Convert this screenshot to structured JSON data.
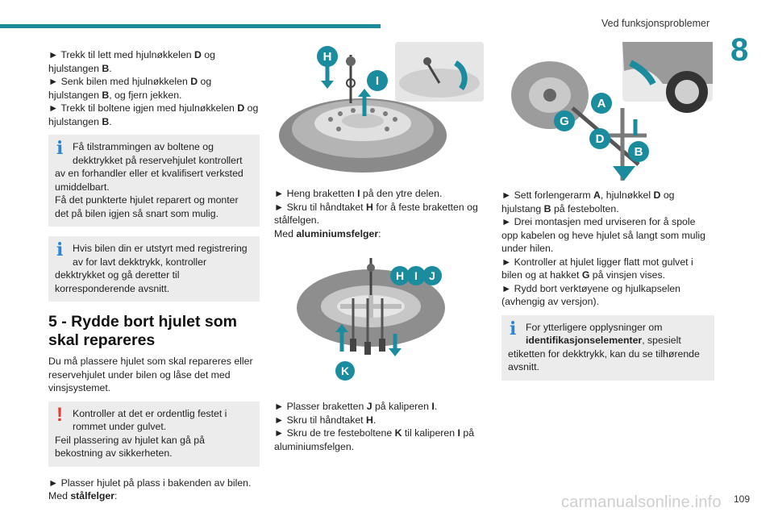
{
  "header": {
    "section_title": "Ved funksjonsproblemer",
    "chapter_number": "8",
    "page_number": "109"
  },
  "footer": {
    "watermark": "carmanualsonline.info"
  },
  "column1": {
    "steps": [
      {
        "pre": "► Trekk til lett med hjulnøkkelen ",
        "bold": "D",
        "mid": " og hjulstangen ",
        "bold2": "B",
        "post": "."
      },
      {
        "pre": "► Senk bilen med hjulnøkkelen ",
        "bold": "D",
        "mid": " og hjulstangen ",
        "bold2": "B",
        "post": ", og fjern jekken."
      },
      {
        "pre": "► Trekk til boltene igjen med hjulnøkkelen ",
        "bold": "D",
        "mid": " og hjulstangen ",
        "bold2": "B",
        "post": "."
      }
    ],
    "note1": {
      "icon": "info-icon",
      "first": "Få tilstrammingen av boltene og dekktrykket på reservehjulet kontrollert",
      "rest": "av en forhandler eller et kvalifisert verksted umiddelbart.",
      "extra": "Få det punkterte hjulet reparert og monter det på bilen igjen så snart som mulig."
    },
    "note2": {
      "icon": "info-icon",
      "first": "Hvis bilen din er utstyrt med registrering av for lavt dekktrykk, kontroller",
      "rest": "dekktrykket og gå deretter til korresponderende avsnitt."
    },
    "heading": "5 - Rydde bort hjulet som skal repareres",
    "intro": "Du må plassere hjulet som skal repareres eller reservehjulet under bilen og låse det med vinsjsystemet.",
    "warning": {
      "icon": "warning-icon",
      "first": "Kontroller at det er ordentlig festet i rommet under gulvet.",
      "rest": "Feil plassering av hjulet kan gå på bekostning av sikkerheten."
    },
    "final_step": "► Plasser hjulet på plass i bakenden av bilen.",
    "final_label_pre": "Med ",
    "final_label_bold": "stålfelger",
    "final_label_post": ":"
  },
  "column2": {
    "fig1_labels": [
      "H",
      "I"
    ],
    "steps1": [
      {
        "pre": "► Heng braketten ",
        "bold": "I",
        "post": " på den ytre delen."
      },
      {
        "pre": "► Skru til håndtaket ",
        "bold": "H",
        "post": " for å feste braketten og stålfelgen."
      }
    ],
    "label_pre": "Med ",
    "label_bold": "aluminiumsfelger",
    "label_post": ":",
    "fig2_labels": [
      "H",
      "I",
      "J",
      "K"
    ],
    "steps2": [
      {
        "pre": "► Plasser braketten ",
        "bold": "J",
        "post": " på kaliperen ",
        "bold2": "I",
        "post2": "."
      },
      {
        "pre": "► Skru til håndtaket ",
        "bold": "H",
        "post": ".",
        "bold2": "",
        "post2": ""
      },
      {
        "pre": "► Skru de tre festeboltene ",
        "bold": "K",
        "post": " til kaliperen ",
        "bold2": "I",
        "post2": " på aluminiumsfelgen."
      }
    ]
  },
  "column3": {
    "fig_labels": [
      "A",
      "G",
      "D",
      "B"
    ],
    "step1": {
      "pre": "► Sett forlengerarm ",
      "a": "A",
      "mid": ", hjulnøkkel ",
      "d": "D",
      "mid2": " og hjulstang ",
      "b": "B",
      "post": " på festebolten."
    },
    "step2": {
      "pre": "► Drei montasjen med urviseren for å spole opp kabelen og heve hjulet så langt som mulig under hilen."
    },
    "step3": {
      "pre": "► Kontroller at hjulet ligger flatt mot gulvet i bilen og at hakket ",
      "bold": "G",
      "post": " på vinsjen vises."
    },
    "step4": "► Rydd bort verktøyene og hjulkapselen (avhengig av versjon).",
    "note": {
      "icon": "info-icon",
      "first_pre": "For ytterligere opplysninger om ",
      "first_bold": "identifikasjonselementer",
      "first_post": ", spesielt",
      "rest": "etiketten for dekktrykk, kan du se tilhørende avsnitt."
    }
  },
  "colors": {
    "accent": "#1a8c9e",
    "label_badge": "#1a8c9e",
    "info": "#2a86d8",
    "warning": "#e23a2e",
    "note_bg": "#ececec"
  }
}
